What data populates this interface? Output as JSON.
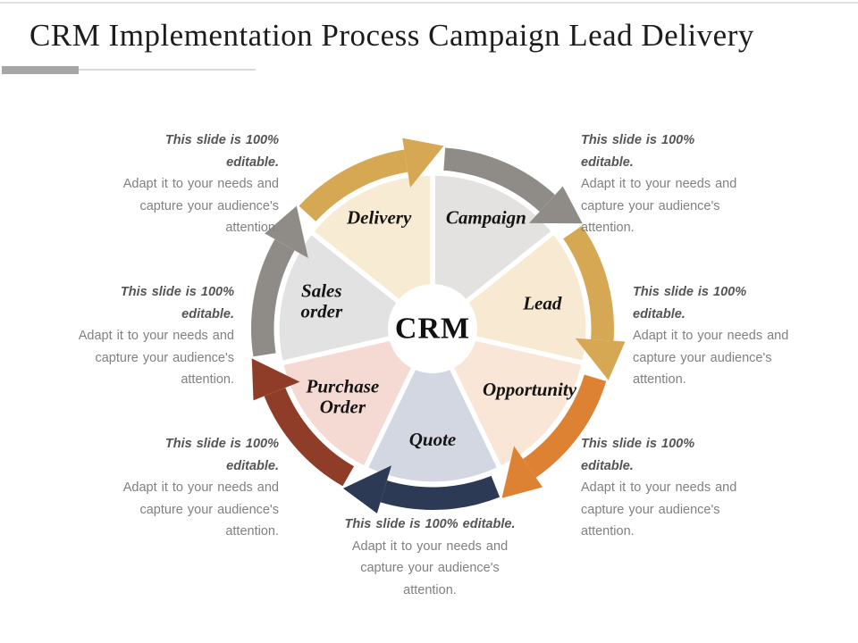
{
  "title": "CRM Implementation Process Campaign Lead Delivery",
  "callout": {
    "emphasis": "This slide is 100% editable.",
    "line2": "Adapt it to your needs and",
    "line3": "capture your audience's",
    "line4": "attention."
  },
  "wheel": {
    "center_label": "CRM",
    "direction": "clockwise",
    "start_angle": -90,
    "segments": [
      {
        "name": "campaign",
        "label": [
          "Campaign"
        ],
        "fill": "#e3e2e0",
        "arrow_color": "#8f8c88",
        "label_angle": -64.3,
        "label_radius": 138
      },
      {
        "name": "lead",
        "label": [
          "Lead"
        ],
        "fill": "#f7e9d2",
        "arrow_color": "#d7a854",
        "label_angle": -13,
        "label_radius": 126
      },
      {
        "name": "opportunity",
        "label": [
          "Opportunity"
        ],
        "fill": "#fae6d6",
        "arrow_color": "#dd8133",
        "label_angle": 32,
        "label_radius": 128
      },
      {
        "name": "quote",
        "label": [
          "Quote"
        ],
        "fill": "#d3d7e1",
        "arrow_color": "#2d3a55",
        "label_angle": 90,
        "label_radius": 124
      },
      {
        "name": "purchase-order",
        "label": [
          "Purchase",
          "Order"
        ],
        "fill": "#f4dad2",
        "arrow_color": "#8f3d28",
        "label_angle": 143,
        "label_radius": 126
      },
      {
        "name": "sales-order",
        "label": [
          "Sales",
          "order"
        ],
        "fill": "#e3e2e2",
        "arrow_color": "#8f8c88",
        "label_angle": 194,
        "label_radius": 128
      },
      {
        "name": "delivery",
        "label": [
          "Delivery"
        ],
        "fill": "#f7ebd4",
        "arrow_color": "#d7a854",
        "label_angle": 244.3,
        "label_radius": 138
      }
    ]
  }
}
